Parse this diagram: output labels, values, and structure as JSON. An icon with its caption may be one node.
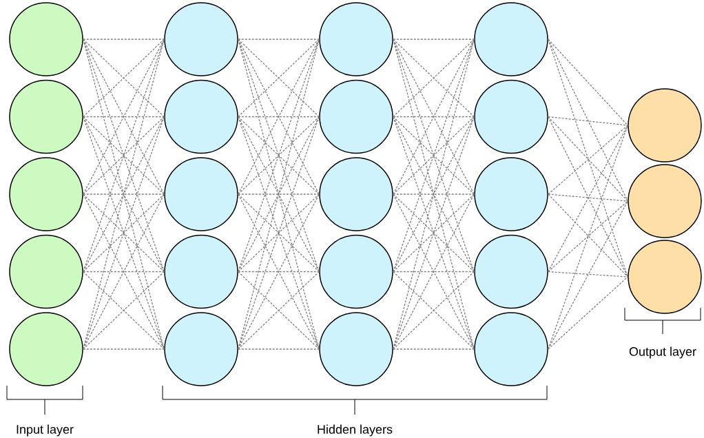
{
  "diagram": {
    "nodes": [
      {
        "text": [],
        "shape": "circle"
      },
      {
        "text": [],
        "shape": "circle"
      },
      {
        "text": [],
        "shape": "circle"
      },
      {
        "text": [],
        "shape": "circle"
      },
      {
        "text": [],
        "shape": "circle"
      },
      {
        "text": [],
        "shape": "circle"
      },
      {
        "text": [],
        "shape": "circle"
      },
      {
        "text": [],
        "shape": "circle"
      },
      {
        "text": [],
        "shape": "circle"
      },
      {
        "text": [],
        "shape": "circle"
      },
      {
        "text": [],
        "shape": "circle"
      },
      {
        "text": [],
        "shape": "circle"
      },
      {
        "text": [],
        "shape": "circle"
      },
      {
        "text": [],
        "shape": "circle"
      },
      {
        "text": [],
        "shape": "circle"
      },
      {
        "text": [],
        "shape": "circle"
      },
      {
        "text": [],
        "shape": "circle"
      },
      {
        "text": [],
        "shape": "circle"
      },
      {
        "text": [],
        "shape": "circle"
      },
      {
        "text": [],
        "shape": "circle"
      },
      {
        "text": [],
        "shape": "circle"
      },
      {
        "text": [],
        "shape": "circle"
      },
      {
        "text": [],
        "shape": "circle"
      }
    ],
    "edges": [
      {
        "from": 0,
        "to": 5,
        "arrow": "none"
      },
      {
        "from": 0,
        "to": 6,
        "arrow": "none"
      },
      {
        "from": 0,
        "to": 7,
        "arrow": "none"
      },
      {
        "from": 0,
        "to": 8,
        "arrow": "none"
      },
      {
        "from": 0,
        "to": 9,
        "arrow": "none"
      },
      {
        "from": 1,
        "to": 5,
        "arrow": "none"
      },
      {
        "from": 1,
        "to": 6,
        "arrow": "none"
      },
      {
        "from": 1,
        "to": 7,
        "arrow": "none"
      },
      {
        "from": 1,
        "to": 8,
        "arrow": "none"
      },
      {
        "from": 1,
        "to": 9,
        "arrow": "none"
      },
      {
        "from": 2,
        "to": 5,
        "arrow": "none"
      },
      {
        "from": 2,
        "to": 6,
        "arrow": "none"
      },
      {
        "from": 2,
        "to": 7,
        "arrow": "none"
      },
      {
        "from": 2,
        "to": 8,
        "arrow": "none"
      },
      {
        "from": 2,
        "to": 9,
        "arrow": "none"
      },
      {
        "from": 3,
        "to": 5,
        "arrow": "none"
      },
      {
        "from": 3,
        "to": 6,
        "arrow": "none"
      },
      {
        "from": 3,
        "to": 7,
        "arrow": "none"
      },
      {
        "from": 3,
        "to": 8,
        "arrow": "none"
      },
      {
        "from": 3,
        "to": 9,
        "arrow": "none"
      },
      {
        "from": 4,
        "to": 5,
        "arrow": "none"
      },
      {
        "from": 4,
        "to": 6,
        "arrow": "none"
      },
      {
        "from": 4,
        "to": 7,
        "arrow": "none"
      },
      {
        "from": 4,
        "to": 8,
        "arrow": "none"
      },
      {
        "from": 4,
        "to": 9,
        "arrow": "none"
      },
      {
        "from": 5,
        "to": 10,
        "arrow": "none"
      },
      {
        "from": 5,
        "to": 11,
        "arrow": "none"
      },
      {
        "from": 5,
        "to": 12,
        "arrow": "none"
      },
      {
        "from": 5,
        "to": 13,
        "arrow": "none"
      },
      {
        "from": 5,
        "to": 14,
        "arrow": "none"
      },
      {
        "from": 6,
        "to": 10,
        "arrow": "none"
      },
      {
        "from": 6,
        "to": 11,
        "arrow": "none"
      },
      {
        "from": 6,
        "to": 12,
        "arrow": "none"
      },
      {
        "from": 6,
        "to": 13,
        "arrow": "none"
      },
      {
        "from": 6,
        "to": 14,
        "arrow": "none"
      },
      {
        "from": 7,
        "to": 10,
        "arrow": "none"
      },
      {
        "from": 7,
        "to": 11,
        "arrow": "none"
      },
      {
        "from": 7,
        "to": 12,
        "arrow": "none"
      },
      {
        "from": 7,
        "to": 13,
        "arrow": "none"
      },
      {
        "from": 7,
        "to": 14,
        "arrow": "none"
      },
      {
        "from": 8,
        "to": 10,
        "arrow": "none"
      },
      {
        "from": 8,
        "to": 11,
        "arrow": "none"
      },
      {
        "from": 8,
        "to": 12,
        "arrow": "none"
      },
      {
        "from": 8,
        "to": 13,
        "arrow": "none"
      },
      {
        "from": 8,
        "to": 14,
        "arrow": "none"
      },
      {
        "from": 9,
        "to": 10,
        "arrow": "none"
      },
      {
        "from": 9,
        "to": 11,
        "arrow": "none"
      },
      {
        "from": 9,
        "to": 12,
        "arrow": "none"
      },
      {
        "from": 9,
        "to": 13,
        "arrow": "none"
      },
      {
        "from": 9,
        "to": 14,
        "arrow": "none"
      },
      {
        "from": 10,
        "to": 15,
        "arrow": "none"
      },
      {
        "from": 10,
        "to": 16,
        "arrow": "none"
      },
      {
        "from": 10,
        "to": 17,
        "arrow": "none"
      },
      {
        "from": 10,
        "to": 18,
        "arrow": "none"
      },
      {
        "from": 10,
        "to": 19,
        "arrow": "none"
      },
      {
        "from": 11,
        "to": 15,
        "arrow": "none"
      },
      {
        "from": 11,
        "to": 16,
        "arrow": "none"
      },
      {
        "from": 11,
        "to": 17,
        "arrow": "none"
      },
      {
        "from": 11,
        "to": 18,
        "arrow": "none"
      },
      {
        "from": 11,
        "to": 19,
        "arrow": "none"
      },
      {
        "from": 12,
        "to": 15,
        "arrow": "none"
      },
      {
        "from": 12,
        "to": 16,
        "arrow": "none"
      },
      {
        "from": 12,
        "to": 17,
        "arrow": "none"
      },
      {
        "from": 12,
        "to": 18,
        "arrow": "none"
      },
      {
        "from": 12,
        "to": 19,
        "arrow": "none"
      },
      {
        "from": 13,
        "to": 15,
        "arrow": "none"
      },
      {
        "from": 13,
        "to": 16,
        "arrow": "none"
      },
      {
        "from": 13,
        "to": 17,
        "arrow": "none"
      },
      {
        "from": 13,
        "to": 18,
        "arrow": "none"
      },
      {
        "from": 13,
        "to": 19,
        "arrow": "none"
      },
      {
        "from": 14,
        "to": 15,
        "arrow": "none"
      },
      {
        "from": 14,
        "to": 16,
        "arrow": "none"
      },
      {
        "from": 14,
        "to": 17,
        "arrow": "none"
      },
      {
        "from": 14,
        "to": 18,
        "arrow": "none"
      },
      {
        "from": 14,
        "to": 19,
        "arrow": "none"
      },
      {
        "from": 15,
        "to": 20,
        "arrow": "none"
      },
      {
        "from": 15,
        "to": 21,
        "arrow": "none"
      },
      {
        "from": 15,
        "to": 22,
        "arrow": "none"
      },
      {
        "from": 16,
        "to": 20,
        "arrow": "none"
      },
      {
        "from": 16,
        "to": 21,
        "arrow": "none"
      },
      {
        "from": 16,
        "to": 22,
        "arrow": "none"
      },
      {
        "from": 17,
        "to": 20,
        "arrow": "none"
      },
      {
        "from": 17,
        "to": 21,
        "arrow": "none"
      },
      {
        "from": 17,
        "to": 22,
        "arrow": "none"
      },
      {
        "from": 18,
        "to": 20,
        "arrow": "none"
      },
      {
        "from": 18,
        "to": 21,
        "arrow": "none"
      },
      {
        "from": 18,
        "to": 22,
        "arrow": "none"
      },
      {
        "from": 19,
        "to": 20,
        "arrow": "none"
      },
      {
        "from": 19,
        "to": 21,
        "arrow": "none"
      },
      {
        "from": 19,
        "to": 22,
        "arrow": "none"
      }
    ],
    "labels": [
      "Output layer",
      "Input layer",
      "Hidden layers"
    ]
  }
}
